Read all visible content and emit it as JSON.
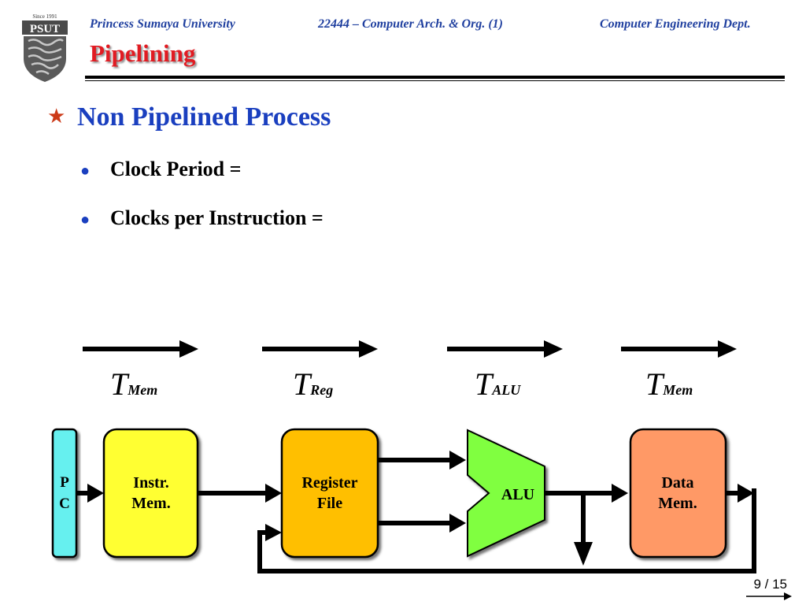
{
  "header": {
    "university": "Princess Sumaya University",
    "course": "22444 – Computer Arch. & Org. (1)",
    "department": "Computer Engineering Dept."
  },
  "logo": {
    "since": "Since 1991",
    "abbr": "PSUT",
    "icon": "psut-crest-icon"
  },
  "title": "Pipelining",
  "section": {
    "heading": "Non Pipelined Process",
    "icon": "star-icon"
  },
  "bullets": [
    {
      "text": "Clock Period ="
    },
    {
      "text": "Clocks per Instruction ="
    }
  ],
  "timing": [
    {
      "symbol": "T",
      "sub": "Mem"
    },
    {
      "symbol": "T",
      "sub": "Reg"
    },
    {
      "symbol": "T",
      "sub": "ALU"
    },
    {
      "symbol": "T",
      "sub": "Mem"
    }
  ],
  "diagram": {
    "pc": {
      "line1": "P",
      "line2": "C"
    },
    "instr_mem": {
      "line1": "Instr.",
      "line2": "Mem."
    },
    "reg_file": {
      "line1": "Register",
      "line2": "File"
    },
    "alu": "ALU",
    "data_mem": {
      "line1": "Data",
      "line2": "Mem."
    },
    "colors": {
      "pc": "#66f0ef",
      "instr_mem": "#ffff33",
      "reg_file": "#ffbf00",
      "alu": "#80ff40",
      "data_mem": "#ff9966"
    }
  },
  "page": "9 / 15"
}
